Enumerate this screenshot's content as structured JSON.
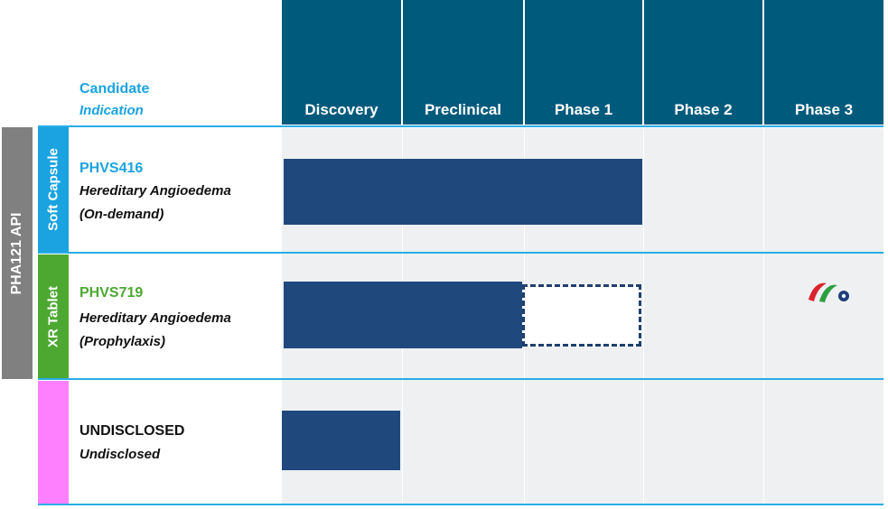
{
  "header": {
    "candidate_label": "Candidate",
    "indication_label": "Indication",
    "phases": [
      "Discovery",
      "Preclinical",
      "Phase 1",
      "Phase 2",
      "Phase 3"
    ]
  },
  "api_label": "PHA121 API",
  "rows": [
    {
      "formulation": "Soft Capsule",
      "formulation_color": "#1aa3e0",
      "candidate": "PHVS416",
      "candidate_color": "#1aa3e0",
      "indication_lines": [
        "Hereditary Angioedema",
        "(On-demand)"
      ],
      "progress_phases": 3,
      "planned_phases": 0
    },
    {
      "formulation": "XR Tablet",
      "formulation_color": "#4da832",
      "candidate": "PHVS719",
      "candidate_color": "#4da832",
      "indication_lines": [
        "Hereditary Angioedema",
        "(Prophylaxis)"
      ],
      "progress_phases": 2,
      "planned_phases": 1
    },
    {
      "formulation": "",
      "formulation_color": "#ff80ff",
      "candidate": "UNDISCLOSED",
      "candidate_color": "#111111",
      "indication_lines": [
        "Undisclosed"
      ],
      "progress_phases": 1,
      "planned_phases": 0
    }
  ],
  "colors": {
    "header_bg": "#005a7c",
    "bar": "#1f497d",
    "divider": "#29aee6",
    "api_bg": "#808080"
  }
}
